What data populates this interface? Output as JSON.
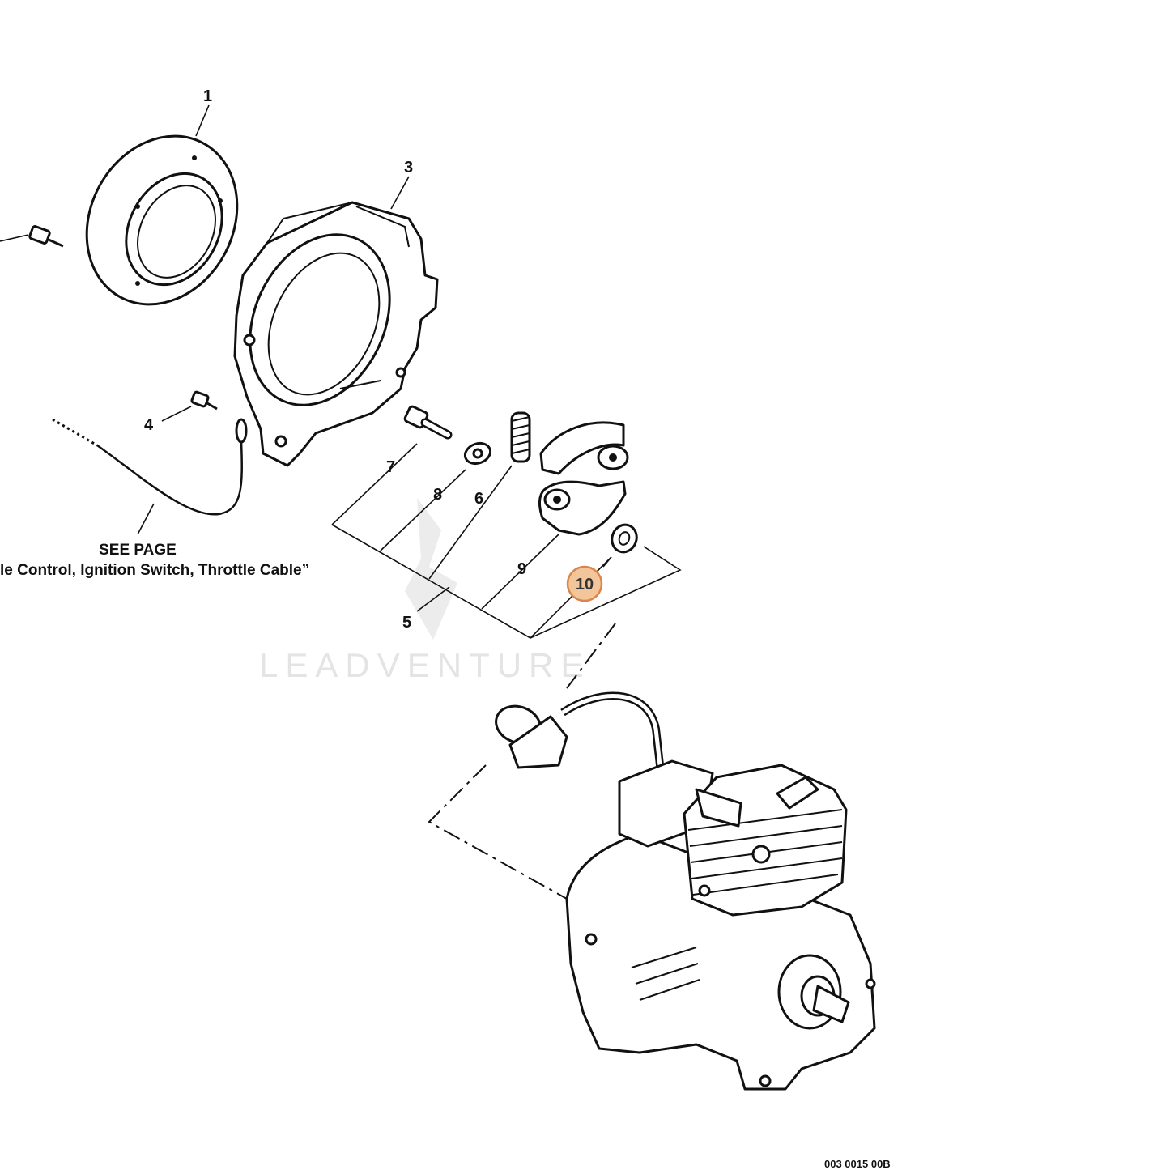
{
  "callouts": [
    {
      "id": "1",
      "label": "1"
    },
    {
      "id": "3",
      "label": "3"
    },
    {
      "id": "4",
      "label": "4"
    },
    {
      "id": "5",
      "label": "5"
    },
    {
      "id": "6",
      "label": "6"
    },
    {
      "id": "7",
      "label": "7"
    },
    {
      "id": "8",
      "label": "8"
    },
    {
      "id": "9",
      "label": "9"
    },
    {
      "id": "10",
      "label": "10",
      "highlighted": true
    }
  ],
  "see_page": {
    "line1": "SEE PAGE",
    "line2": "le Control, Ignition Switch, Throttle Cable”"
  },
  "watermark": "LEADVENTURE",
  "diagram_code": "003 0015 00B",
  "colors": {
    "highlight_fill": "#f2c59b",
    "highlight_stroke": "#d9864a",
    "ink": "#111111",
    "watermark": "#e4e4e4"
  }
}
